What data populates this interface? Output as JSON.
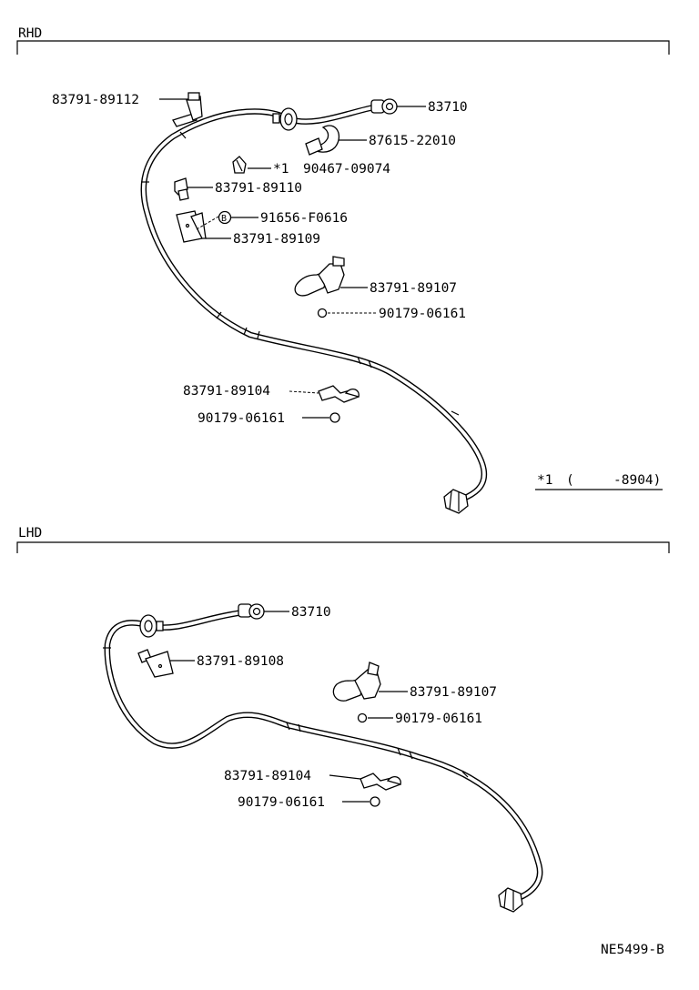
{
  "sections": {
    "rhd": {
      "label": "RHD"
    },
    "lhd": {
      "label": "LHD"
    }
  },
  "rhd_parts": {
    "bracket_89112": "83791-89112",
    "speedo_83710": "83710",
    "clamp_87615": "87615-22010",
    "clip_90467_prefix": "*1",
    "clip_90467": "90467-09074",
    "clamp_89110": "83791-89110",
    "bolt_91656_mark": "B",
    "bolt_91656": "91656-F0616",
    "bracket_89109": "83791-89109",
    "clamp_89107": "83791-89107",
    "nut_90179_a": "90179-06161",
    "clamp_89104": "83791-89104",
    "nut_90179_b": "90179-06161"
  },
  "footnote": {
    "mark": "*1",
    "open": "(",
    "value": "-8904)"
  },
  "lhd_parts": {
    "speedo_83710": "83710",
    "bracket_89108": "83791-89108",
    "clamp_89107": "83791-89107",
    "nut_90179_a": "90179-06161",
    "clamp_89104": "83791-89104",
    "nut_90179_b": "90179-06161"
  },
  "diagram_code": "NE5499-B"
}
